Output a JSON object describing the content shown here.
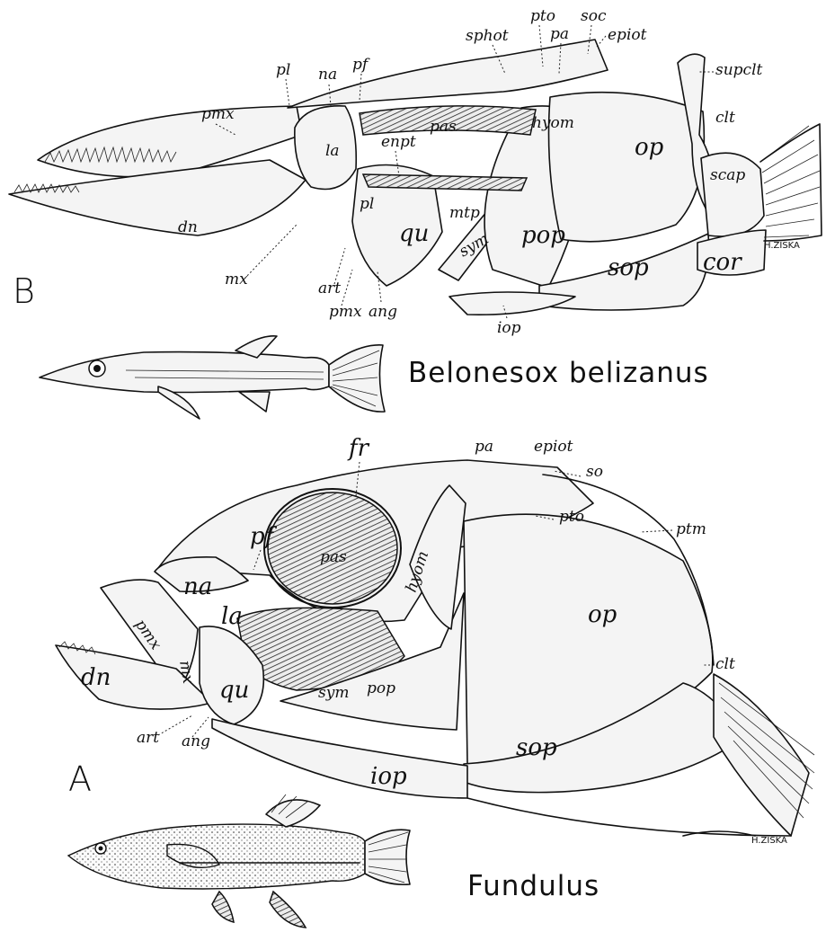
{
  "figure": {
    "panel_b": {
      "letter": "B",
      "species": "Belonesox belizanus",
      "artist": "H.ZISKA",
      "labels": {
        "pl": "pl",
        "na": "na",
        "pf": "pf",
        "pmx_top": "pmx",
        "la": "la",
        "enpt": "enpt",
        "pas": "pas",
        "sphot": "sphot",
        "pto": "pto",
        "pa": "pa",
        "soc": "soc",
        "epiot": "epiot",
        "supclt": "supclt",
        "clt": "clt",
        "hyom": "hyom",
        "op": "op",
        "scap": "scap",
        "dn": "dn",
        "pl2": "pl",
        "mtp": "mtp",
        "qu": "qu",
        "sym": "sym",
        "pop": "pop",
        "sop": "sop",
        "cor": "cor",
        "mx": "mx",
        "art": "art",
        "pmx_bottom": "pmx",
        "ang": "ang",
        "iop": "iop"
      }
    },
    "panel_a": {
      "letter": "A",
      "species": "Fundulus",
      "artist": "H.ZISKA",
      "labels": {
        "fr": "fr",
        "pa": "pa",
        "epiot": "epiot",
        "so": "so",
        "pto": "pto",
        "ptm": "ptm",
        "pf": "pf",
        "na": "na",
        "la": "la",
        "pas": "pas",
        "hyom": "hyom",
        "op": "op",
        "clt": "clt",
        "pmx": "pmx",
        "mx": "mx",
        "dn": "dn",
        "qu": "qu",
        "sym": "sym",
        "pop": "pop",
        "art": "art",
        "ang": "ang",
        "sop": "sop",
        "iop": "iop"
      }
    }
  }
}
